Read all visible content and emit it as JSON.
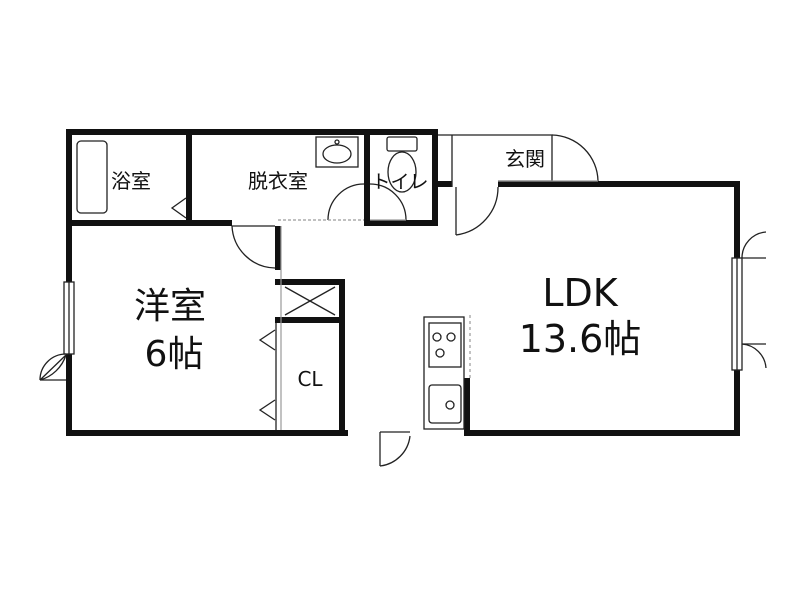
{
  "rooms": {
    "bath": "浴室",
    "dressing": "脱衣室",
    "toilet": "トイレ",
    "entrance": "玄関",
    "western_name": "洋室",
    "western_size": "6帖",
    "closet": "CL",
    "ldk_name": "LDK",
    "ldk_size": "13.6帖"
  }
}
